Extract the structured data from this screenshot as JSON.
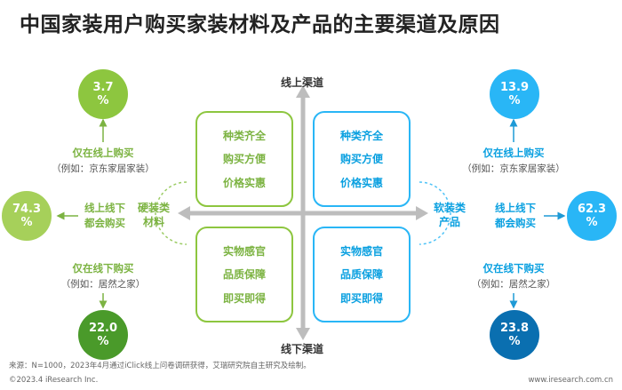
{
  "title": "中国家装用户购买家装材料及产品的主要渠道及原因",
  "axis": {
    "top": "线上渠道",
    "bottom": "线下渠道",
    "left": [
      "硬装类",
      "材料"
    ],
    "right": [
      "软装类",
      "产品"
    ]
  },
  "hard": {
    "online_only": {
      "value": "3.7",
      "unit": "%",
      "label": "仅在线上购买",
      "example": "（例如：京东家居家装）"
    },
    "both": {
      "value": "74.3",
      "unit": "%",
      "label": [
        "线上线下",
        "都会购买"
      ]
    },
    "offline_only": {
      "value": "22.0",
      "unit": "%",
      "label": "仅在线下购买",
      "example": "（例如：居然之家）"
    }
  },
  "soft": {
    "online_only": {
      "value": "13.9",
      "unit": "%",
      "label": "仅在线上购买",
      "example": "（例如：京东家居家装）"
    },
    "both": {
      "value": "62.3",
      "unit": "%",
      "label": [
        "线上线下",
        "都会购买"
      ]
    },
    "offline_only": {
      "value": "23.8",
      "unit": "%",
      "label": "仅在线下购买",
      "example": "（例如：居然之家）"
    }
  },
  "quadrants": {
    "online_reasons": [
      "种类齐全",
      "购买方便",
      "价格实惠"
    ],
    "offline_reasons": [
      "实物感官",
      "品质保障",
      "即买即得"
    ]
  },
  "footer": {
    "source": "来源：N=1000，2023年4月通过iClick线上问卷调研获得，艾瑞研究院自主研究及绘制。",
    "copyright": "©2023.4 iResearch Inc.",
    "website": "www.iresearch.com.cn"
  },
  "colors": {
    "green_light": "#8dc63f",
    "green_mid": "#6db33f",
    "green_dark": "#4a9a2a",
    "blue_light": "#29b6f6",
    "blue_mid": "#1e9ad6",
    "blue_dark": "#0a6fb0",
    "axis": "#b7b7b7"
  }
}
